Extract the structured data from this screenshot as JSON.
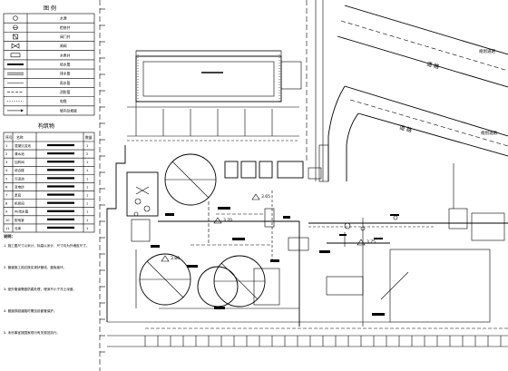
{
  "drawing": {
    "legend_title": "图 例",
    "legend_items": [
      {
        "icon": "circle-symbol",
        "label": "水源"
      },
      {
        "icon": "circle-cross-symbol",
        "label": "检修井"
      },
      {
        "icon": "square-x-symbol",
        "label": "阀门井"
      },
      {
        "icon": "double-x-symbol",
        "label": "闸阀"
      },
      {
        "icon": "box-symbol",
        "label": "水表井"
      },
      {
        "icon": "thick-line-symbol",
        "label": "给水管"
      },
      {
        "icon": "double-line-symbol",
        "label": "排水管"
      },
      {
        "icon": "thin-line-symbol",
        "label": "雨水管"
      },
      {
        "icon": "dash-line-symbol",
        "label": "消防管"
      },
      {
        "icon": "dot-line-symbol",
        "label": "电缆"
      },
      {
        "icon": "arrow-line-symbol",
        "label": "坡向及坡度"
      }
    ],
    "table_title": "构筑物",
    "table_headers": [
      "序号",
      "名称",
      "",
      "数量"
    ],
    "table_rows": [
      {
        "no": "1",
        "name": "混凝沉淀池",
        "qty": "1"
      },
      {
        "no": "2",
        "name": "清水池",
        "qty": "2"
      },
      {
        "no": "3",
        "name": "加药间",
        "qty": "1"
      },
      {
        "no": "4",
        "name": "综合楼",
        "qty": "1"
      },
      {
        "no": "5",
        "name": "污泥池",
        "qty": "1"
      },
      {
        "no": "6",
        "name": "变电所",
        "qty": "1"
      },
      {
        "no": "7",
        "name": "泵房",
        "qty": "1"
      },
      {
        "no": "8",
        "name": "机修间",
        "qty": "1"
      },
      {
        "no": "9",
        "name": "PE给水管",
        "qty": "1"
      },
      {
        "no": "10",
        "name": "配电室",
        "qty": "1"
      },
      {
        "no": "11",
        "name": "仓库",
        "qty": "1"
      }
    ],
    "road_labels": [
      "道 路",
      "道 路"
    ],
    "road_end_labels": [
      "规划道路",
      "规划道路"
    ],
    "elevations": [
      "3.65",
      "3.70",
      "3.75",
      "3.80"
    ],
    "notes_title": "说明：",
    "notes": [
      "1. 施工图尺寸以米计，标高以米计，尺寸均为外墙皮尺寸。",
      "2. 管道施工前应核实现状管线，避免破坏。",
      "3. 室外管道需做防腐处理，埋深不小于冻土深度。",
      "4. 管道穿越道路时需加设套管保护。",
      "5. 未尽事宜按国家现行有关规范执行。"
    ]
  }
}
